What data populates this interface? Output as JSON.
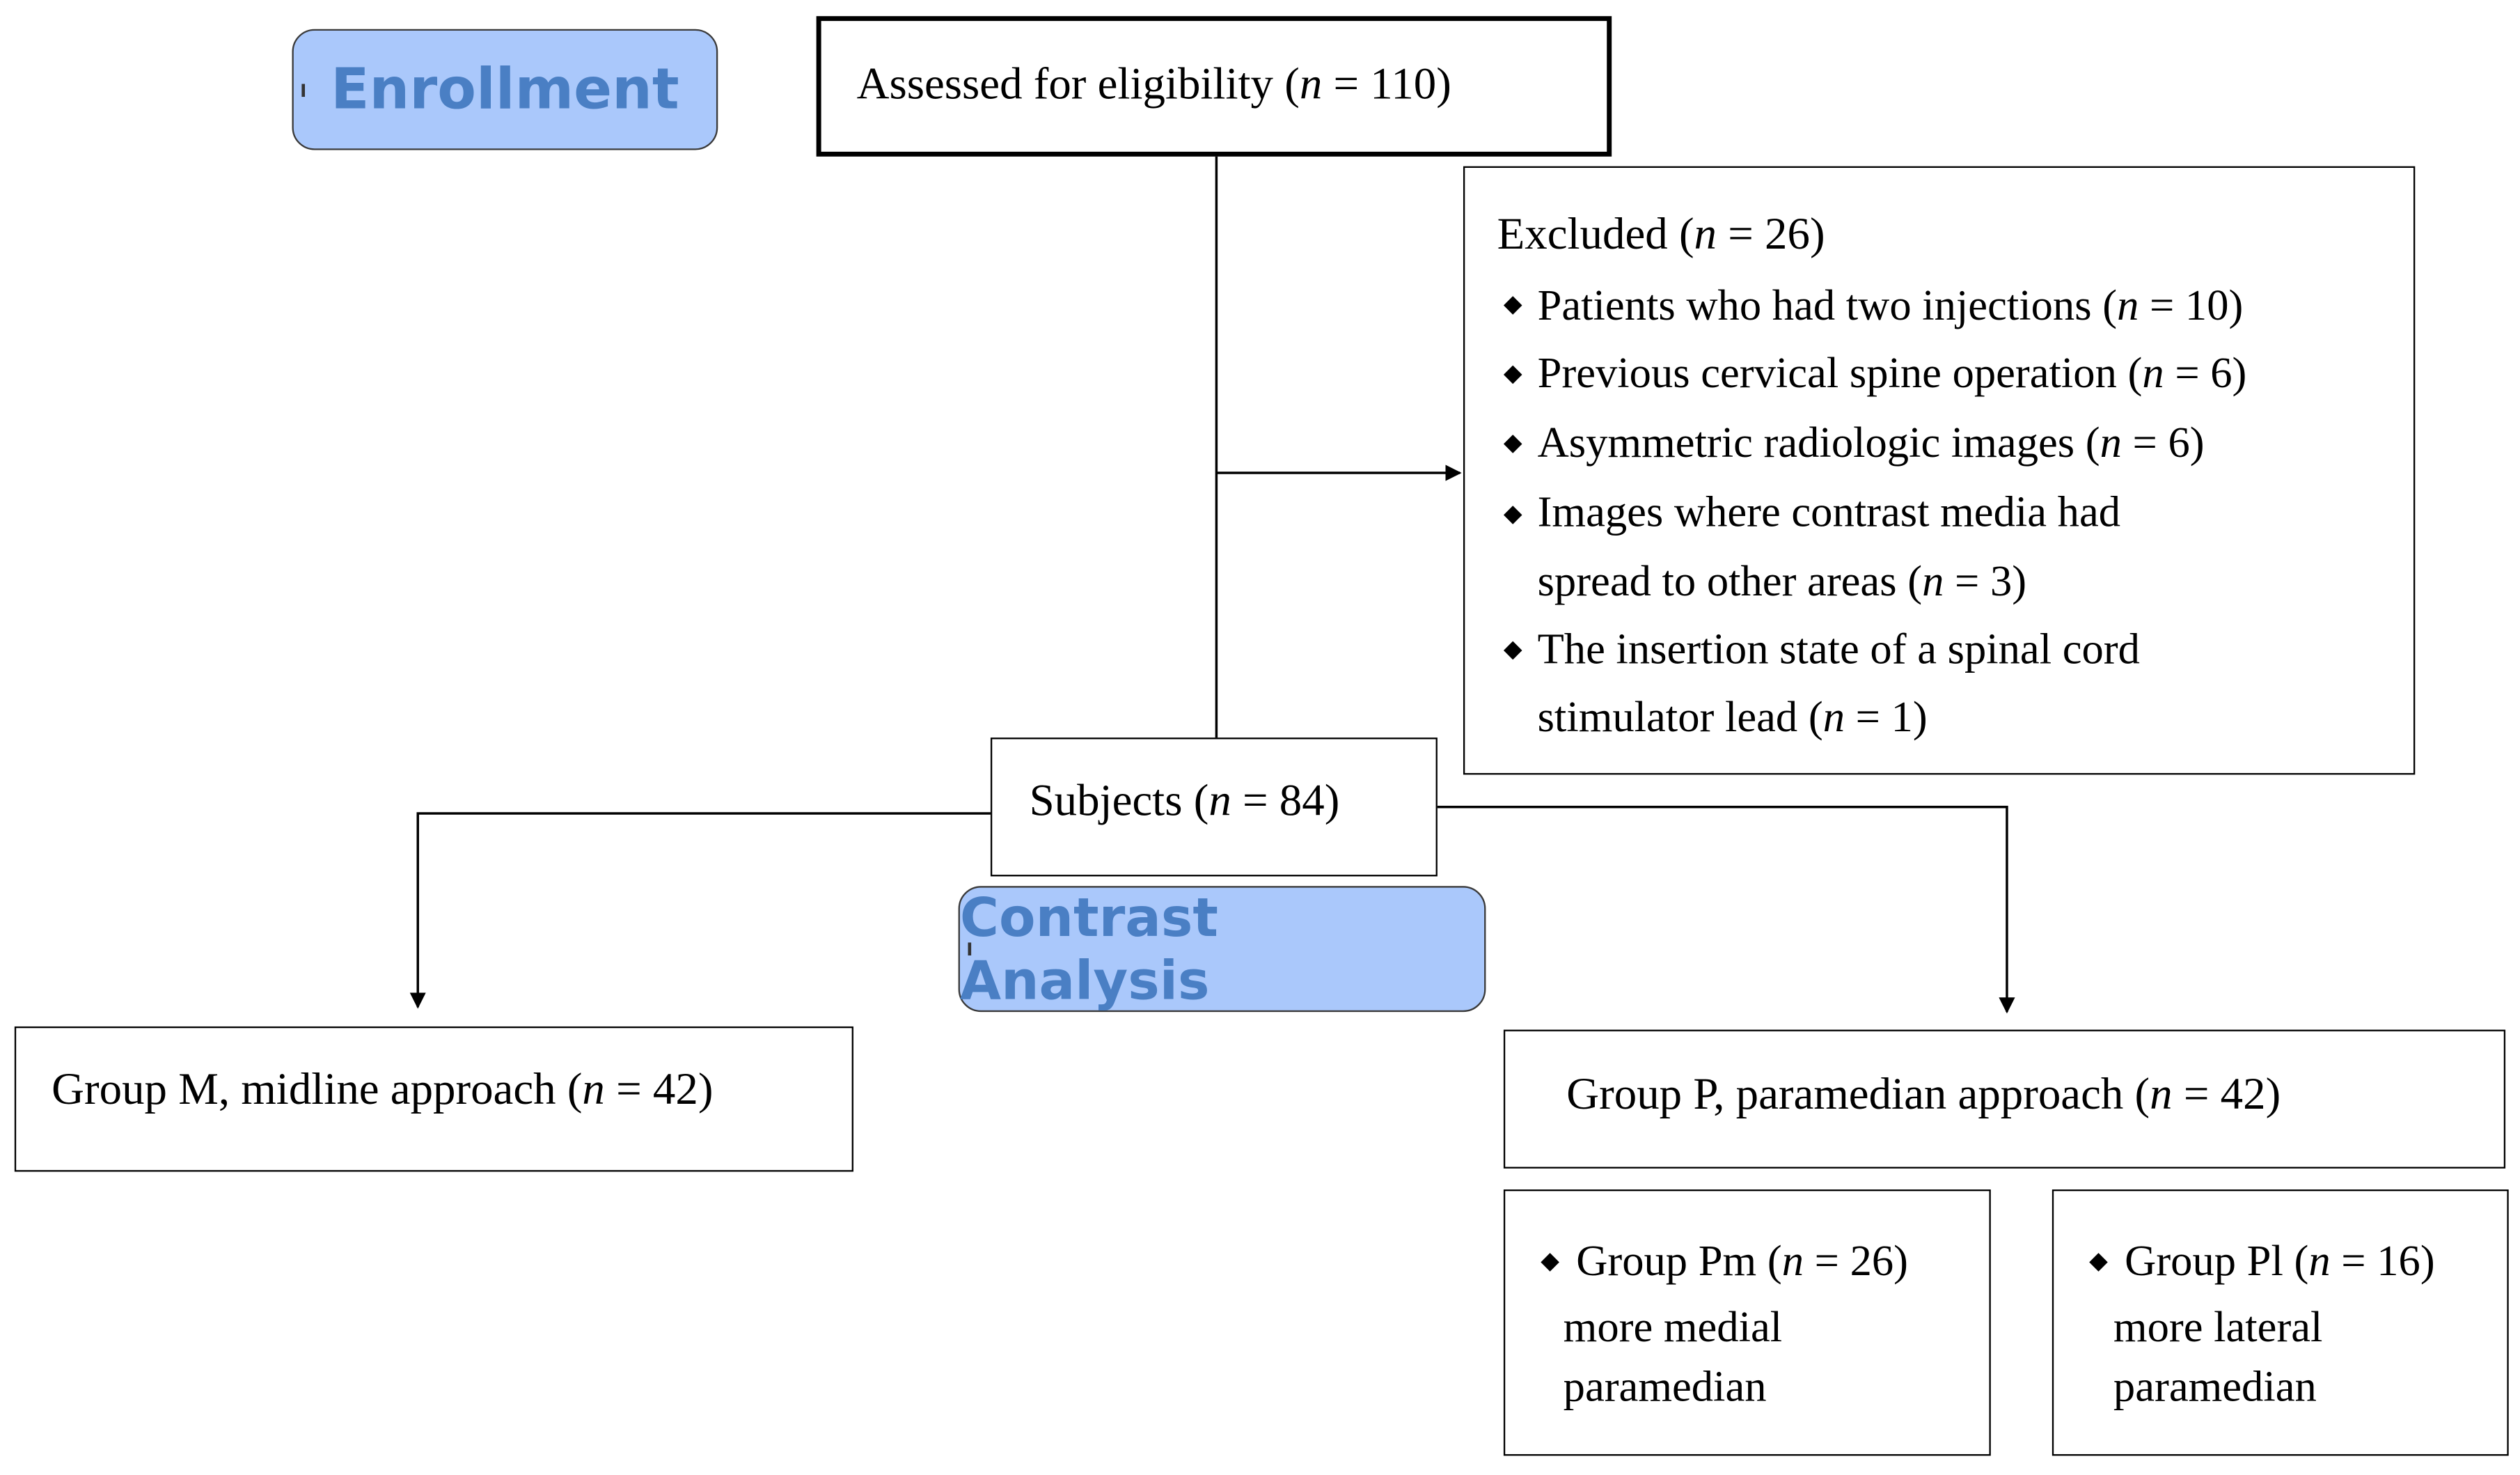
{
  "sections": {
    "enrollment": "Enrollment",
    "contrast_analysis": "Contrast Analysis"
  },
  "assessed": {
    "label": "Assessed for eligibility",
    "n_symbol": "n",
    "count": "= 110"
  },
  "excluded": {
    "title": "Excluded",
    "n_symbol": "n",
    "count": "= 26",
    "bullet": "◆",
    "items": [
      {
        "lines": [
          "Patients who had two injections"
        ],
        "count": "= 10"
      },
      {
        "lines": [
          "Previous cervical spine operation"
        ],
        "count": "= 6"
      },
      {
        "lines": [
          "Asymmetric radiologic images"
        ],
        "count": "= 6"
      },
      {
        "lines": [
          "Images where contrast media had",
          "spread to other areas"
        ],
        "count": "= 3"
      },
      {
        "lines": [
          "The insertion state of a spinal cord",
          "stimulator lead"
        ],
        "count": "= 1"
      }
    ]
  },
  "subjects": {
    "label": "Subjects",
    "n_symbol": "n",
    "count": "= 84"
  },
  "group_m": {
    "label": "Group M, midline approach",
    "n_symbol": "n",
    "count": "= 42"
  },
  "group_p": {
    "label": "Group P, paramedian approach",
    "n_symbol": "n",
    "count": "= 42"
  },
  "subgroups": [
    {
      "label": "Group Pm",
      "n_symbol": "n",
      "count": "= 26",
      "line2": "more medial",
      "line3": "paramedian"
    },
    {
      "label": "Group Pl",
      "n_symbol": "n",
      "count": "= 16",
      "line2": "more lateral",
      "line3": "paramedian"
    }
  ]
}
